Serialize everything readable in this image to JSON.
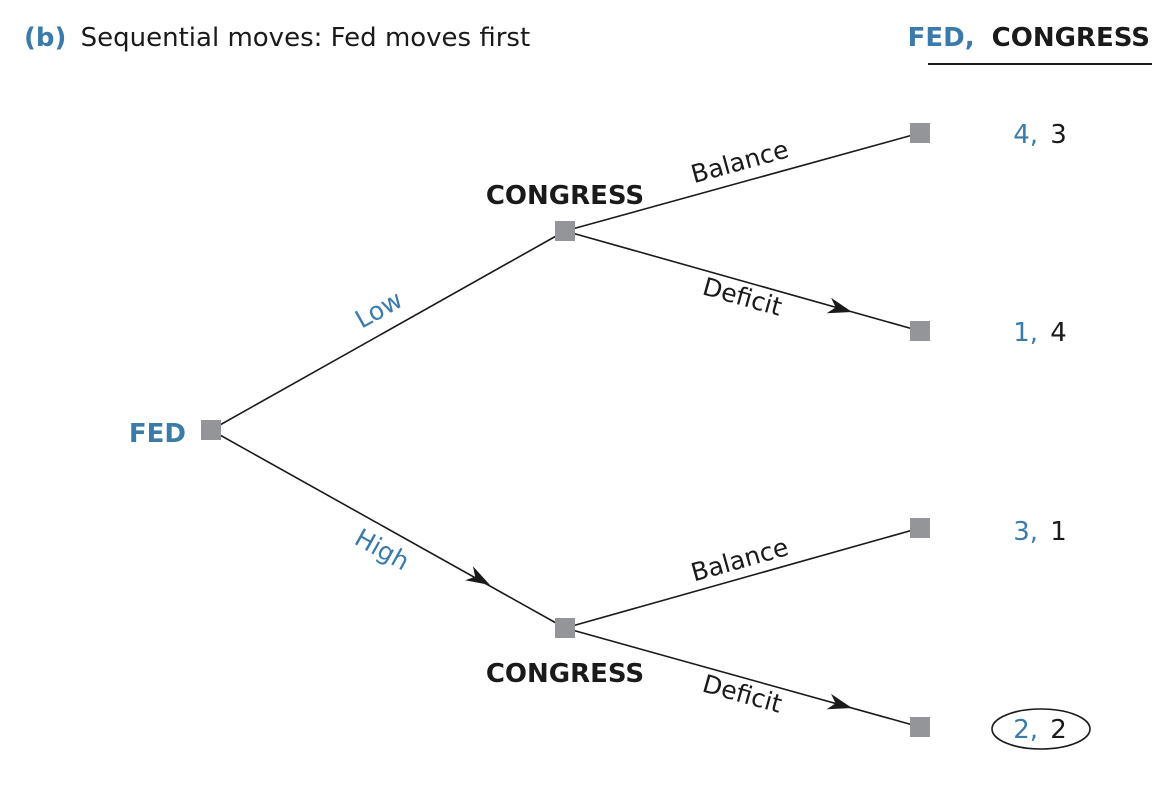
{
  "colors": {
    "blue": "#3a7bab",
    "dark": "#1a1a1a",
    "node": "#939598",
    "background": "#ffffff"
  },
  "title": {
    "label": "(b)",
    "text": "Sequential moves: Fed moves first"
  },
  "payoff_header": {
    "first": "FED,",
    "second": "CONGRESS"
  },
  "players": {
    "root": "FED",
    "upper": "CONGRESS",
    "lower": "CONGRESS"
  },
  "branches": {
    "low": "Low",
    "high": "High",
    "upper_balance": "Balance",
    "upper_deficit": "Deficit",
    "lower_balance": "Balance",
    "lower_deficit": "Deficit"
  },
  "payoffs": [
    {
      "fed": "4,",
      "congress": "3",
      "equilibrium": false
    },
    {
      "fed": "1,",
      "congress": "4",
      "equilibrium": false
    },
    {
      "fed": "3,",
      "congress": "1",
      "equilibrium": false
    },
    {
      "fed": "2,",
      "congress": "2",
      "equilibrium": true
    }
  ]
}
